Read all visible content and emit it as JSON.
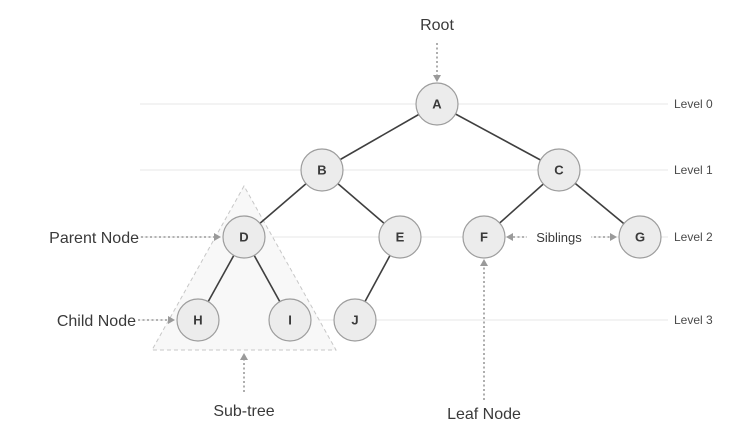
{
  "diagram": {
    "annotations": {
      "root": "Root",
      "parent_node": "Parent Node",
      "child_node": "Child Node",
      "sub_tree": "Sub-tree",
      "leaf_node": "Leaf Node",
      "siblings": "Siblings"
    },
    "levels": [
      "Level 0",
      "Level 1",
      "Level 2",
      "Level 3"
    ],
    "nodes": {
      "A": "A",
      "B": "B",
      "C": "C",
      "D": "D",
      "E": "E",
      "F": "F",
      "G": "G",
      "H": "H",
      "I": "I",
      "J": "J"
    },
    "edges": [
      [
        "A",
        "B"
      ],
      [
        "A",
        "C"
      ],
      [
        "B",
        "D"
      ],
      [
        "B",
        "E"
      ],
      [
        "C",
        "F"
      ],
      [
        "C",
        "G"
      ],
      [
        "D",
        "H"
      ],
      [
        "D",
        "I"
      ],
      [
        "E",
        "J"
      ]
    ],
    "colors": {
      "node_fill": "#ececec",
      "node_stroke": "#9d9d9d",
      "edge": "#3f3f3f",
      "dotted_arrow": "#9a9a9a",
      "level_line": "#e7e7e7"
    }
  }
}
